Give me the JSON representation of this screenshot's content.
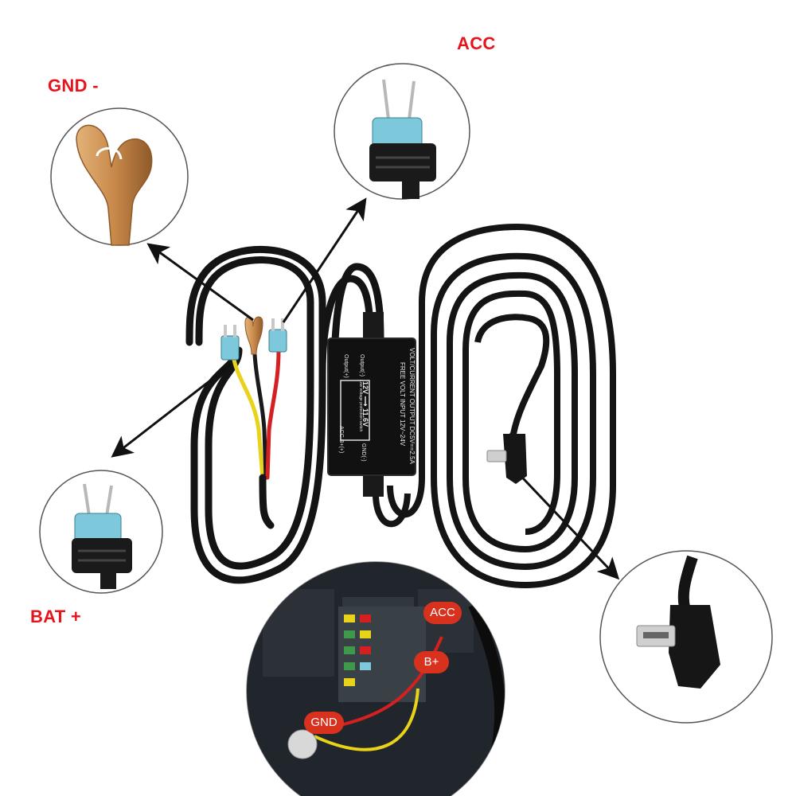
{
  "callouts": {
    "gnd": "GND -",
    "acc": "ACC",
    "bat": "BAT +"
  },
  "module": {
    "output_plus": "Output(+)",
    "output_minus": "Output(-)",
    "acc_bplus": "ACC B+(+)",
    "gnd_minus": "GND(-)",
    "cutoff_note": "Low voltage protection switch",
    "voltage_12v": "12V",
    "voltage_116v": "11.6V",
    "input_line": "FREE VOLT INPUT  12V~24V",
    "output_line": "VOLT/CURRENT OUTPUT  DC5V==2.5A"
  },
  "photo_tags": {
    "acc": "ACC",
    "bplus": "B+",
    "gnd": "GND"
  },
  "colors": {
    "callout_text": "#e8141b",
    "cable": "#141414",
    "wire_red": "#d42020",
    "wire_yellow": "#e8d21a",
    "tag_bg": "#d8321e",
    "fuse_blue": "#7ec8dc",
    "copper": "#c8894a"
  }
}
